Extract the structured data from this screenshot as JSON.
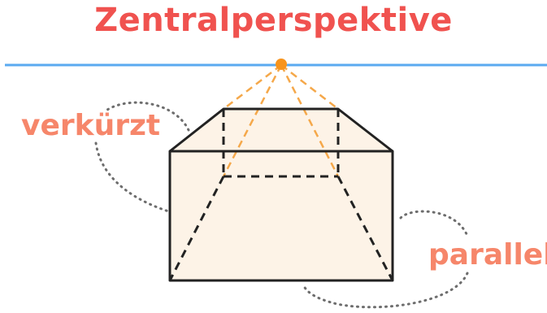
{
  "title": "Zentralperspektive",
  "labels": {
    "verkuerzt": "verkürzt",
    "parallel": "parallel"
  },
  "colors": {
    "title": "#f0524f",
    "label": "#f6866a",
    "horizon": "#5aaaf0",
    "vanishing_point": "#f7941d",
    "construction_lines": "#f5a84a",
    "box_fill": "#fdf3e7",
    "box_edges": "#222222",
    "leader_lines": "#6d6d6d"
  }
}
